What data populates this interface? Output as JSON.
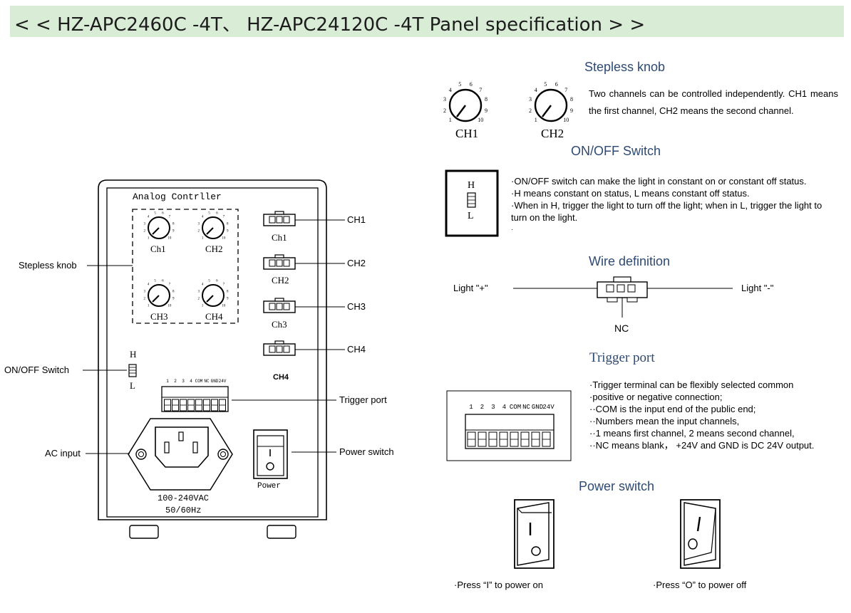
{
  "title": "< < HZ-APC2460C -4T、 HZ-APC24120C -4T Panel specification > >",
  "panel": {
    "header": "Analog Contrller",
    "knob_labels": [
      "Ch1",
      "CH2",
      "CH3",
      "CH4"
    ],
    "connector_labels": [
      "Ch1",
      "CH2",
      "Ch3",
      "CH4"
    ],
    "dial_numbers": [
      "1",
      "2",
      "3",
      "4",
      "5",
      "6",
      "7",
      "8",
      "9",
      "10"
    ],
    "switch_h": "H",
    "switch_l": "L",
    "trigger_pins": [
      "1",
      "2",
      "3",
      "4",
      "COM",
      "NC",
      "GND",
      "24V"
    ],
    "power_label": "Power",
    "ac_rating": "100-240VAC",
    "ac_freq": "50/60Hz",
    "power_switch_symbol": "I"
  },
  "callouts": {
    "stepless_knob": "Stepless knob",
    "onoff_switch": "ON/OFF  Switch",
    "ac_input": "AC input",
    "ch1": "CH1",
    "ch2": "CH2",
    "ch3": "CH3",
    "ch4": "CH4",
    "trigger_port": "Trigger port",
    "power_switch": "Power switch"
  },
  "spec": {
    "stepless_knob": {
      "heading": "Stepless knob",
      "knob_labels": [
        "CH1",
        "CH2"
      ],
      "text": "Two channels can be controlled independently. CH1 means the first channel, CH2 means the second channel."
    },
    "onoff_switch": {
      "heading": "ON/OFF Switch",
      "h": "H",
      "l": "L",
      "lines": [
        "·ON/OFF switch can make the light in constant on or constant off status.",
        "·H means constant on status, L means constant off status.",
        "·When in H, trigger the light to turn off the light; when in L, trigger the light to turn on the light.",
        "·"
      ]
    },
    "wire_definition": {
      "heading": "Wire definition",
      "left": "Light \"+\"",
      "right": "Light \"-\"",
      "bottom": "NC"
    },
    "trigger_port": {
      "heading": "Trigger port",
      "pins": [
        "1",
        "2",
        "3",
        "4",
        "COM",
        "NC",
        "GND",
        "24V"
      ],
      "lines": [
        "·Trigger terminal can be flexibly selected common",
        "·positive or negative connection;",
        "··COM is the input end of the public end;",
        "··Numbers mean the input channels,",
        "··1 means first channel, 2 means second channel,",
        "··NC means blank， +24V and GND is DC 24V output."
      ]
    },
    "power_switch": {
      "heading": "Power switch",
      "on_caption": "·Press “I” to power on",
      "off_caption": "·Press “O” to power off"
    }
  },
  "colors": {
    "banner": "#d8ecd6",
    "heading": "#2e4a73",
    "line": "#000000"
  }
}
